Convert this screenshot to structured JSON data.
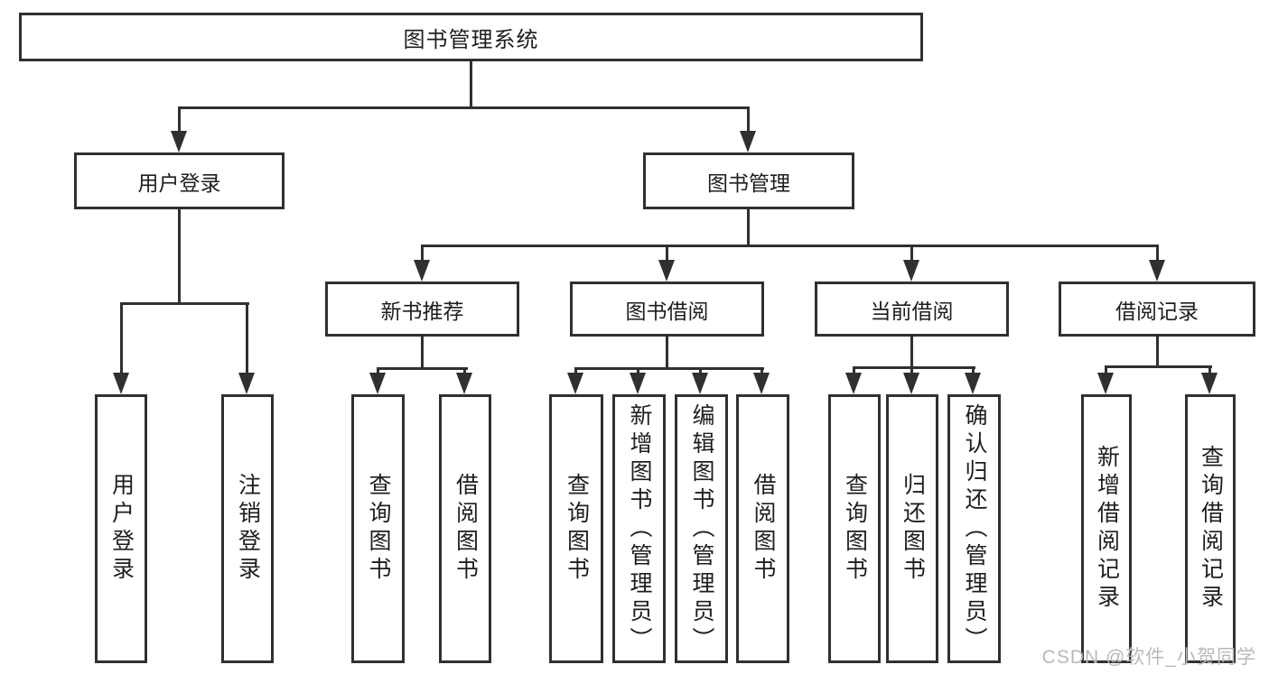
{
  "tree": {
    "root": "图书管理系统",
    "level2": [
      {
        "label": "用户登录",
        "children": [
          "用户登录",
          "注销登录"
        ]
      },
      {
        "label": "图书管理"
      }
    ],
    "level3": [
      {
        "label": "新书推荐",
        "children": [
          "查询图书",
          "借阅图书"
        ]
      },
      {
        "label": "图书借阅",
        "children": [
          "查询图书",
          "新增图书（管理员）",
          "编辑图书（管理员）",
          "借阅图书"
        ]
      },
      {
        "label": "当前借阅",
        "children": [
          "查询图书",
          "归还图书",
          "确认归还（管理员）"
        ]
      },
      {
        "label": "借阅记录",
        "children": [
          "新增借阅记录",
          "查询借阅记录"
        ]
      }
    ]
  },
  "watermark": "CSDN @软件_小贺同学",
  "colors": {
    "line": "#303030",
    "text": "#1e1e1e",
    "watermark": "#b9b9b9",
    "background": "#ffffff"
  }
}
